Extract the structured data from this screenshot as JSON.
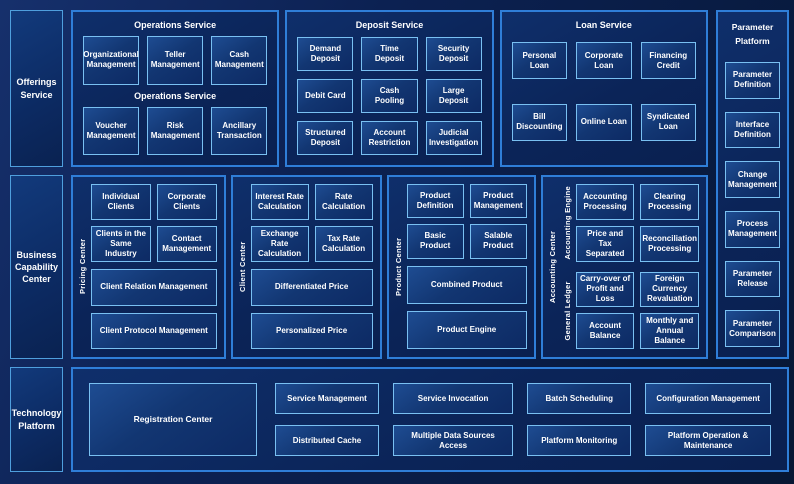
{
  "colors": {
    "page_bg": "#0a1c44",
    "panel_border": "#2f7ed8",
    "box_border": "#79c0f2",
    "box_fill": "#123672",
    "text": "#ffffff"
  },
  "sidebar": {
    "offerings": "Offerings Service",
    "business_capability": "Business Capability Center",
    "technology": "Technology Platform"
  },
  "operations": {
    "title": "Operations Service",
    "subtitle": "Operations Service",
    "row1": [
      "Organizational Management",
      "Teller Management",
      "Cash Management"
    ],
    "row2": [
      "Voucher Management",
      "Risk Management",
      "Ancillary Transaction"
    ]
  },
  "deposit": {
    "title": "Deposit Service",
    "items": [
      "Demand Deposit",
      "Time Deposit",
      "Security Deposit",
      "Debit Card",
      "Cash Pooling",
      "Large Deposit",
      "Structured Deposit",
      "Account Restriction",
      "Judicial Investigation"
    ]
  },
  "loan": {
    "title": "Loan Service",
    "items": [
      "Personal Loan",
      "Corporate Loan",
      "Financing Credit",
      "Bill Discounting",
      "Online Loan",
      "Syndicated Loan"
    ]
  },
  "parameter_platform": {
    "title": "Parameter Platform",
    "items": [
      "Parameter Definition",
      "Interface Definition",
      "Change Management",
      "Process Management",
      "Parameter Release",
      "Parameter Comparison"
    ]
  },
  "pricing_center": {
    "label": "Pricing Center",
    "small": [
      "Individual Clients",
      "Corporate Clients",
      "Clients in the Same Industry",
      "Contact Management"
    ],
    "wide": [
      "Client Relation Management",
      "Client Protocol Management"
    ]
  },
  "client_center": {
    "label": "Client Center",
    "small": [
      "Interest Rate Calculation",
      "Rate Calculation",
      "Exchange Rate Calculation",
      "Tax Rate Calculation"
    ],
    "wide": [
      "Differentiated Price",
      "Personalized Price"
    ]
  },
  "product_center": {
    "label": "Product Center",
    "small": [
      "Product Definition",
      "Product Management",
      "Basic Product",
      "Salable Product"
    ],
    "wide": [
      "Combined Product",
      "Product Engine"
    ]
  },
  "accounting_center": {
    "label": "Accounting Center",
    "engine": {
      "label": "Accounting Engine",
      "items": [
        "Accounting Processing",
        "Clearing Processing",
        "Price and Tax Separated",
        "Reconciliation Processing"
      ]
    },
    "ledger": {
      "label": "General Ledger",
      "items": [
        "Carry-over of Profit and Loss",
        "Foreign Currency Revaluation",
        "Account Balance",
        "Monthly and Annual Balance"
      ]
    }
  },
  "technology_platform": {
    "registration": "Registration Center",
    "row1": [
      "Service Management",
      "Service Invocation",
      "Batch Scheduling",
      "Configuration Management"
    ],
    "row2": [
      "Distributed Cache",
      "Multiple Data Sources Access",
      "Platform Monitoring",
      "Platform Operation & Maintenance"
    ]
  }
}
